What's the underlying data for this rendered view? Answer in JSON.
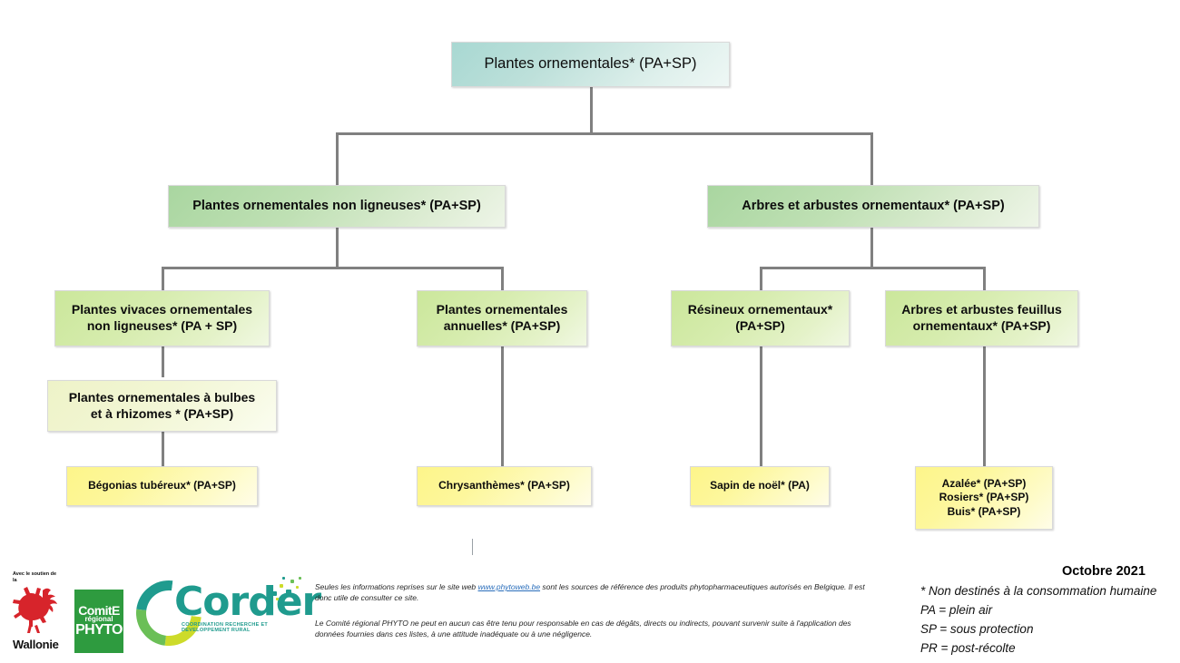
{
  "diagram": {
    "title": "Plantes ornementales* (PA+SP)",
    "nodes": {
      "root": {
        "label": "Plantes ornementales* (PA+SP)"
      },
      "l2_left": {
        "label": "Plantes ornementales non ligneuses* (PA+SP)"
      },
      "l2_right": {
        "label": "Arbres et arbustes ornementaux* (PA+SP)"
      },
      "l3_vivaces": {
        "label": "Plantes vivaces ornementales\nnon ligneuses* (PA + SP)"
      },
      "l3_annuelles": {
        "label": "Plantes ornementales\nannuelles* (PA+SP)"
      },
      "l3_resineux": {
        "label": "Résineux ornementaux*\n(PA+SP)"
      },
      "l3_feuillus": {
        "label": "Arbres et arbustes feuillus\nornementaux* (PA+SP)"
      },
      "l4_bulbes": {
        "label": "Plantes ornementales à bulbes\net à rhizomes * (PA+SP)"
      },
      "leaf_begonias": {
        "label": "Bégonias tubéreux* (PA+SP)"
      },
      "leaf_chrysanthemes": {
        "label": "Chrysanthèmes* (PA+SP)"
      },
      "leaf_sapin": {
        "label": "Sapin de noël* (PA)"
      },
      "leaf_azalee": {
        "label": "Azalée* (PA+SP)\nRosiers* (PA+SP)\nBuis* (PA+SP)"
      }
    },
    "colors": {
      "root": "#a8d8d2",
      "level2": "#a9d6a0",
      "level3": "#cbe79b",
      "level4": "#eef3c8",
      "leaf": "#fdf58a",
      "connector": "#808080"
    }
  },
  "footer": {
    "logos": {
      "wallonie": {
        "support_text": "Avec le soutien de\nla",
        "name": "Wallonie",
        "rooster_icon": "rooster-icon"
      },
      "phyto": {
        "line1": "ComitE",
        "line2": "régional",
        "line3": "PHYTO"
      },
      "corder": {
        "word": "Corder",
        "subtitle": "COORDINATION RECHERCHE ET DEVELOPPEMENT RURAL"
      }
    },
    "notes": [
      {
        "before": "Seules les informations reprises sur le site web ",
        "link": "www.phytoweb.be",
        "after": " sont les sources de référence des produits phytopharmaceutiques autorisés en Belgique. Il est donc utile de consulter ce site."
      },
      {
        "before": "Le Comité régional PHYTO ne peut en aucun cas être tenu pour responsable en cas de dégâts, directs ou indirects, pouvant survenir suite à l'application des données fournies dans ces listes, à une attitude inadéquate ou à une négligence.",
        "link": "",
        "after": ""
      }
    ],
    "date": "Octobre 2021",
    "legend": [
      "* Non destinés à la consommation humaine",
      "PA = plein air",
      "SP = sous protection",
      "PR = post-récolte"
    ]
  }
}
